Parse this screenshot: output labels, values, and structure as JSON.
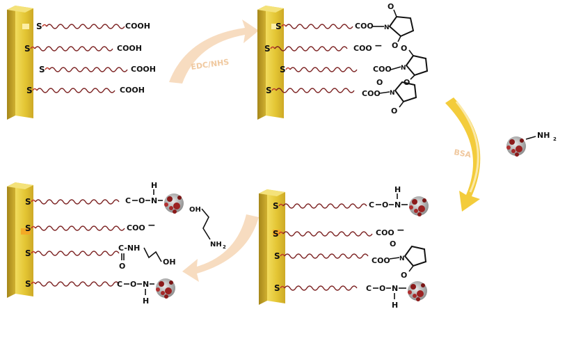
{
  "colors": {
    "gold_front": "#e3c533",
    "gold_side": "#b99a1f",
    "gold_edge": "#f4e27a",
    "chain": "#7a1f1f",
    "arrow": "#f7d6b3",
    "arrow_yellow": "#f3cc3c",
    "protein_dark": "#8b1a1a",
    "protein_light": "#cfcfcf"
  },
  "labels": {
    "sulfur": "S",
    "carboxyl": "COOH",
    "carboxylate": "COO",
    "charge": "−",
    "ester_link": "COO",
    "ring_n": "N",
    "ring_o": "O",
    "amide_carbon": "C",
    "amide_o": "O",
    "amide_n": "N",
    "amide_h": "H",
    "eth_nh": "C-NH",
    "eth_oh": "OH",
    "eth_o": "O",
    "amine": "NH",
    "amine_sub": "2",
    "oh": "OH"
  },
  "arrows": {
    "step1": "EDC/NHS",
    "step2": "BSA",
    "step3": ""
  }
}
